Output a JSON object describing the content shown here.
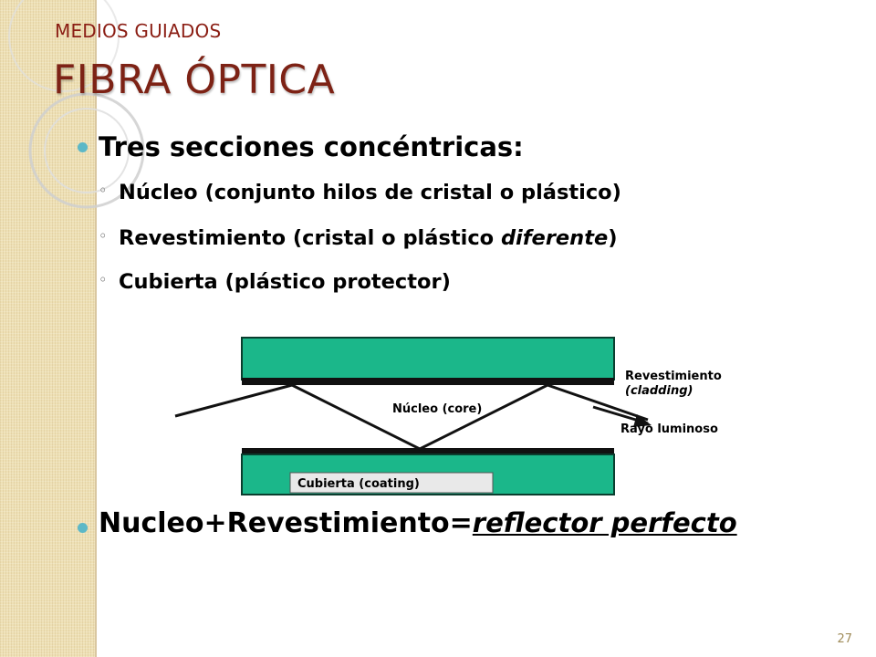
{
  "header": {
    "subtitle": "MEDIOS GUIADOS",
    "title": "FIBRA ÓPTICA"
  },
  "bullets": {
    "main1": "Tres secciones concéntricas:",
    "sub": [
      {
        "text": "Núcleo (conjunto hilos de cristal o plástico)"
      },
      {
        "text_start": "Revestimiento (cristal o plástico ",
        "text_italic": "diferente",
        "text_end": ")"
      },
      {
        "text": "Cubierta (plástico protector)"
      }
    ],
    "main2_prefix": "Nucleo+Revestimiento=",
    "main2_emphasis": "reflector perfecto"
  },
  "diagram": {
    "label_revestimiento": "Revestimiento",
    "label_cladding": "(cladding)",
    "label_nucleo": "Núcleo (core)",
    "label_rayo": "Rayo luminoso",
    "label_cubierta": "Cubierta (coating)"
  },
  "colors": {
    "accent_title": "#7d2215",
    "bullet": "#5cb8c7",
    "coating": "#1bb78a"
  },
  "footer": {
    "page_number": "27"
  }
}
